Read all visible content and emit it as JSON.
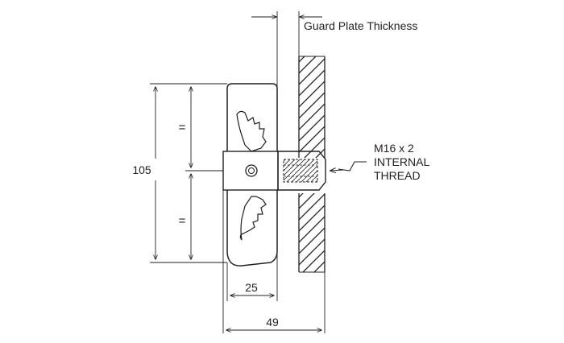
{
  "labels": {
    "guard_plate_thickness": "Guard Plate Thickness",
    "height_dimension": "105",
    "equal_upper": "=",
    "equal_lower": "=",
    "thread_line1": "M16 x 2",
    "thread_line2": "INTERNAL",
    "thread_line3": "THREAD",
    "width_inner": "25",
    "width_overall": "49"
  },
  "colors": {
    "line": "#231f20",
    "background": "#ffffff"
  }
}
